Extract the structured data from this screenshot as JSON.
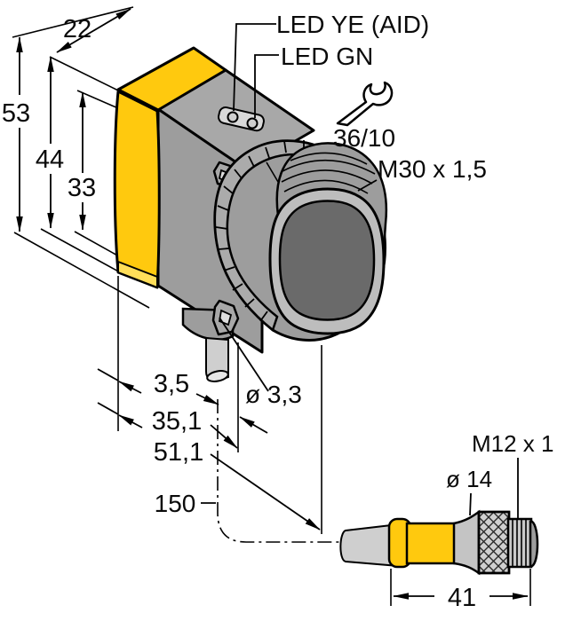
{
  "diagram": {
    "dims": {
      "width_top": "22",
      "height_total": "53",
      "height_body": "44",
      "height_inner": "33",
      "cable_offset": "3,5",
      "depth_body": "35,1",
      "depth_total": "51,1",
      "cable_diameter": "ø 3,3",
      "cable_length": "150",
      "connector_length": "41",
      "connector_diameter": "ø 14",
      "connector_thread": "M12 x 1",
      "lens_thread": "M30 x 1,5",
      "wrench_size": "36/10",
      "led_yellow": "LED YE (AID)",
      "led_green": "LED GN"
    },
    "colors": {
      "housing_yellow": "#FFC90E",
      "housing_yellow_light": "#FFDE59",
      "body_gray": "#9D9D9D",
      "body_gray_light": "#ABABAB",
      "band_gray": "#ABABAB",
      "lens_dark": "#6A6A6A",
      "lens_rim": "#BDBDBD",
      "top_gray": "#A8A8A8",
      "cable_gray": "#CFCFCF",
      "cable_end": "#E6E6E6",
      "collar_gray": "#C4C4C4",
      "knurl_gray": "#D0D0D0",
      "window_gray": "#D9D9D9",
      "led_lens": "#CFCFCF",
      "slot_light": "#DDDDDD",
      "line_black": "#000000"
    }
  }
}
